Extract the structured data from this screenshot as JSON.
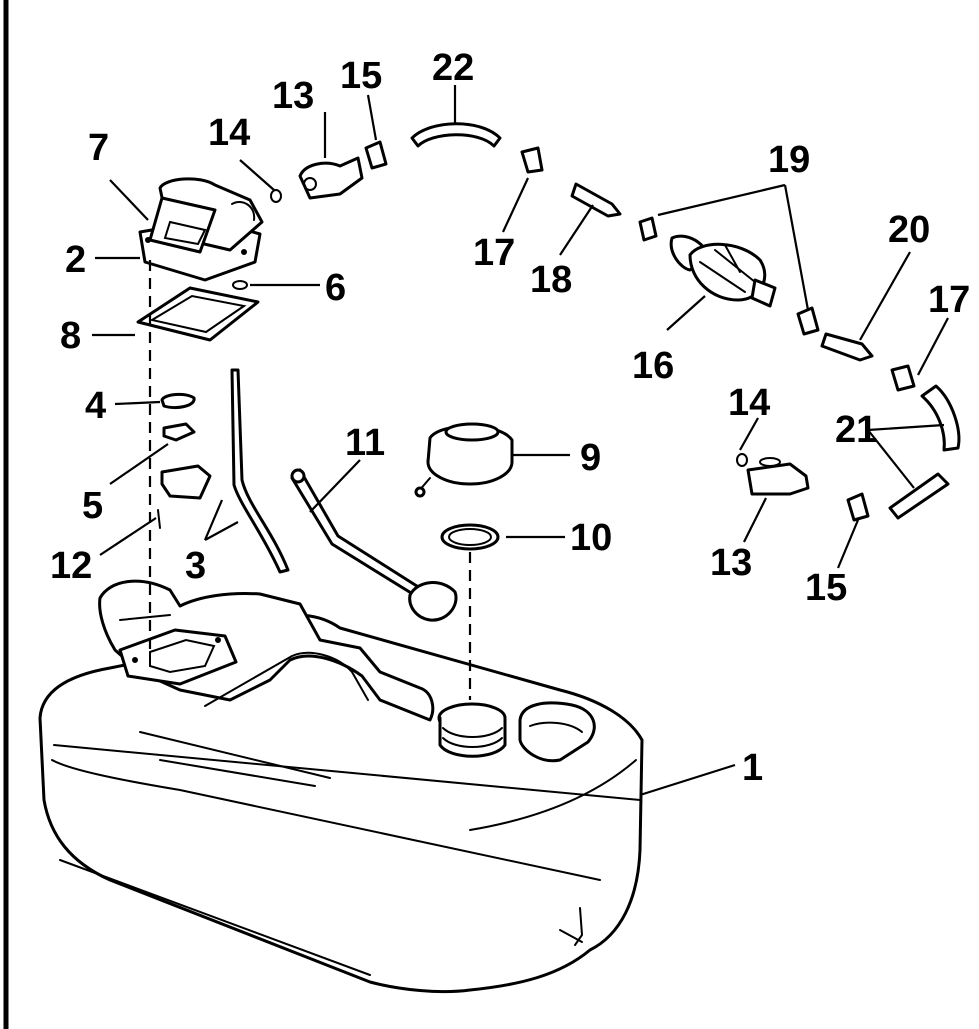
{
  "callouts": {
    "c1": "1",
    "c2": "2",
    "c3": "3",
    "c4": "4",
    "c5": "5",
    "c6": "6",
    "c7": "7",
    "c8": "8",
    "c9": "9",
    "c10": "10",
    "c11": "11",
    "c12": "12",
    "c13a": "13",
    "c13b": "13",
    "c14a": "14",
    "c14b": "14",
    "c15a": "15",
    "c15b": "15",
    "c16": "16",
    "c17a": "17",
    "c17b": "17",
    "c18": "18",
    "c19": "19",
    "c20": "20",
    "c21": "21",
    "c22": "22"
  },
  "colors": {
    "line": "#000000",
    "background": "#ffffff"
  }
}
